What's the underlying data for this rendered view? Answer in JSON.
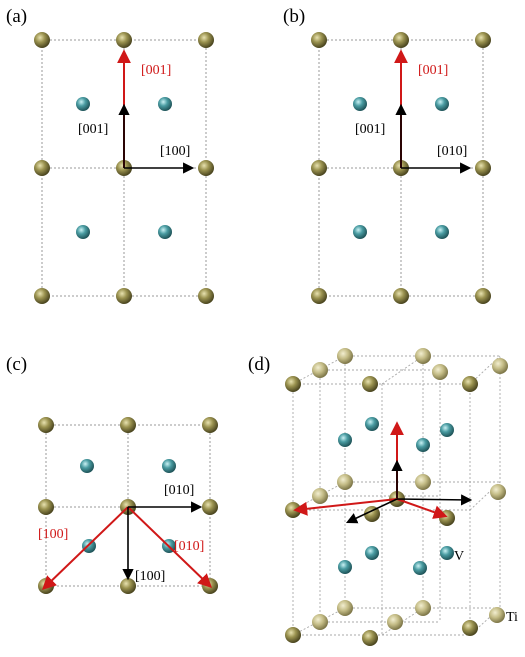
{
  "colors": {
    "ti_atom": "#7d7640",
    "v_atom": "#3f8f95",
    "red_vector": "#d01818",
    "black_vector": "#000000",
    "bond_line": "#9a9a9a"
  },
  "panels": [
    {
      "label": "(a)",
      "vectors": [
        {
          "text": "[001]",
          "color": "red"
        },
        {
          "text": "[001]",
          "color": "black"
        },
        {
          "text": "[100]",
          "color": "black"
        }
      ]
    },
    {
      "label": "(b)",
      "vectors": [
        {
          "text": "[001]",
          "color": "red"
        },
        {
          "text": "[001]",
          "color": "black"
        },
        {
          "text": "[010]",
          "color": "black"
        }
      ]
    },
    {
      "label": "(c)",
      "vectors": [
        {
          "text": "[100]",
          "color": "red"
        },
        {
          "text": "[010]",
          "color": "red"
        },
        {
          "text": "[010]",
          "color": "black"
        },
        {
          "text": "[100]",
          "color": "black"
        }
      ]
    },
    {
      "label": "(d)",
      "atom_labels": [
        {
          "text": "V"
        },
        {
          "text": "Ti"
        }
      ]
    }
  ]
}
